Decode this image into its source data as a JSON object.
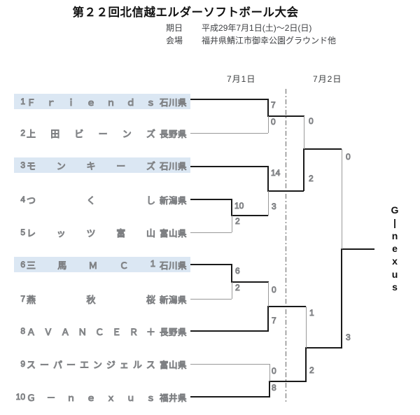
{
  "title": "第２２回北信越エルダーソフトボール大会",
  "info": {
    "date_label": "期日",
    "date_value": "平成29年7月1日(土)～2日(日)",
    "venue_label": "会場",
    "venue_value": "福井県鯖江市御幸公園グラウンド他"
  },
  "bracket": {
    "day1_header": "7月1日",
    "day2_header": "7月2日",
    "teams": [
      {
        "seed": "1",
        "name": "Ｆｒｉｅｎｄｓ",
        "pref": "石川県",
        "highlight": true
      },
      {
        "seed": "2",
        "name": "上田ビーンズ",
        "pref": "長野県",
        "highlight": false
      },
      {
        "seed": "3",
        "name": "モンキーズ",
        "pref": "石川県",
        "highlight": true
      },
      {
        "seed": "4",
        "name": "つくし",
        "pref": "新潟県",
        "highlight": false
      },
      {
        "seed": "5",
        "name": "レッツ富山",
        "pref": "富山県",
        "highlight": false
      },
      {
        "seed": "6",
        "name": "三馬ＭＣ1",
        "pref": "石川県",
        "highlight": true
      },
      {
        "seed": "7",
        "name": "燕秋桜",
        "pref": "新潟県",
        "highlight": false
      },
      {
        "seed": "8",
        "name": "ＡＶＡＮＣＥＲ＋",
        "pref": "長野県",
        "highlight": false
      },
      {
        "seed": "9",
        "name": "スーパーエンジェルス",
        "pref": "富山県",
        "highlight": false
      },
      {
        "seed": "10",
        "name": "Ｇ－ｎｅｘｕｓ",
        "pref": "福井県",
        "highlight": false
      }
    ],
    "scores": {
      "m1_top": "7",
      "m1_bottom": "0",
      "m2_top": "10",
      "m2_bottom": "2",
      "m3_top": "14",
      "m3_bottom": "3",
      "m4_top": "6",
      "m4_bottom": "2",
      "m5_top": "0",
      "m5_bottom": "7",
      "m6_top": "0",
      "m6_bottom": "8",
      "sf1_top": "0",
      "sf1_bottom": "2",
      "sf2_top": "1",
      "sf2_bottom": "2",
      "final_top": "0",
      "final_bottom": "3"
    },
    "champion_display": "G|nexus",
    "champion_name": "Ｇ－ｎｅｘｕｓ"
  },
  "colors": {
    "highlight": "#dbe7f3",
    "winner_line": "#1a1a1a",
    "loser_line": "#999999",
    "text_gray": "#85878a"
  }
}
